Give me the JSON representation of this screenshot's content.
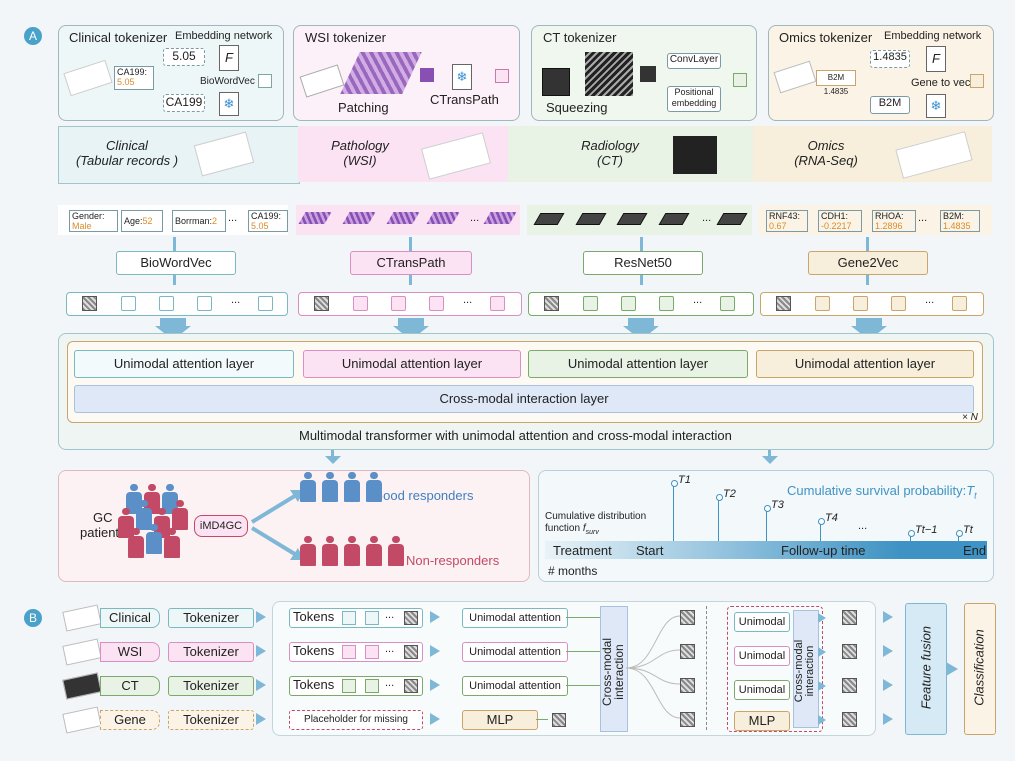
{
  "panel_a_label": "A",
  "panel_b_label": "B",
  "tokenizers": {
    "clinical": {
      "title": "Clinical tokenizer",
      "embed": "Embedding network",
      "val1": "5.05",
      "val2": "CA199",
      "card_a": "CA199:",
      "card_b": "5.05",
      "biowordvec": "BioWordVec",
      "F": "F"
    },
    "wsi": {
      "title": "WSI tokenizer",
      "patching": "Patching",
      "ctranspath": "CTransPath"
    },
    "ct": {
      "title": "CT tokenizer",
      "squeezing": "Squeezing",
      "conv": "ConvLayer",
      "pos": "Positional embedding"
    },
    "omics": {
      "title": "Omics tokenizer",
      "embed": "Embedding network",
      "val1": "1.4835",
      "val2": "B2M",
      "g2v": "Gene to vector",
      "card": "B2M 1.4835",
      "F": "F"
    }
  },
  "modalities": [
    {
      "name": "Clinical",
      "sub": "(Tabular  records )"
    },
    {
      "name": "Pathology",
      "sub": "(WSI)"
    },
    {
      "name": "Radiology",
      "sub": "(CT)"
    },
    {
      "name": "Omics",
      "sub": "(RNA-Seq)"
    }
  ],
  "clinical_fields": [
    {
      "k": "Gender:",
      "v": "Male"
    },
    {
      "k": "Age:",
      "v": "52"
    },
    {
      "k": "Borrman:",
      "v": "2"
    },
    {
      "k": "CA199:",
      "v": "5.05"
    }
  ],
  "omics_fields": [
    {
      "k": "RNF43:",
      "v": "0.67"
    },
    {
      "k": "CDH1:",
      "v": "-0.2217"
    },
    {
      "k": "RHOA:",
      "v": "1.2896"
    },
    {
      "k": "B2M:",
      "v": "1.4835"
    }
  ],
  "ellipsis": "...",
  "encoders": [
    "BioWordVec",
    "CTransPath",
    "ResNet50",
    "Gene2Vec"
  ],
  "attention_layers": [
    "Unimodal attention layer",
    "Unimodal attention layer",
    "Unimodal attention layer",
    "Unimodal attention layer"
  ],
  "cross_layer": "Cross-modal interaction  layer",
  "times_n": "× N",
  "transformer_caption": "Multimodal transformer with unimodal attention and cross-modal interaction",
  "gc_patients": "GC\npatients",
  "model_name": "iMD4GC",
  "good": "Good responders",
  "non": "Non-responders",
  "survival": {
    "title": "Cumulative survival probability:",
    "title_sym": "T",
    "title_sub": "t",
    "cdf": "Cumulative  distribution",
    "cdf2": "function",
    "fsurv": "f",
    "fsurv_sub": "surv",
    "treatment": "Treatment",
    "start": "Start",
    "followup": "Follow-up time",
    "end": "End",
    "months": "# months",
    "ticks": [
      "T1",
      "T2",
      "T3",
      "T4",
      "...",
      "Tt−1",
      "Tt"
    ]
  },
  "panel_b": {
    "rows": [
      "Clinical",
      "WSI",
      "CT",
      "Gene"
    ],
    "tokenizer": "Tokenizer",
    "tokens": "Tokens",
    "placeholder": "Placeholder for missing",
    "unimodal_attention": "Unimodal attention",
    "mlp": "MLP",
    "cross": "Cross-modal interaction",
    "unimodal": "Unimodal",
    "fusion": "Feature fusion",
    "classification": "Classification"
  },
  "colors": {
    "clinical": "#e7f3f5",
    "pathology": "#fbe3f3",
    "radiology": "#e8f3e6",
    "omics": "#f7efdc",
    "accent": "#4aa1c9",
    "red": "#c24a66",
    "blue": "#5b8fc7"
  }
}
